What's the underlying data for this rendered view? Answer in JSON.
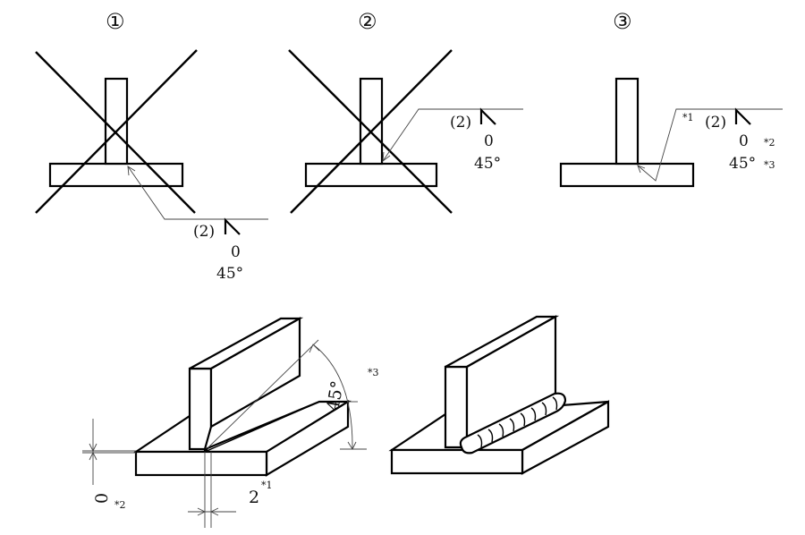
{
  "panels": [
    {
      "number": "①",
      "symbol": {
        "depth": "(2)",
        "gap": "0",
        "angle": "45°"
      }
    },
    {
      "number": "②",
      "symbol": {
        "depth": "(2)",
        "gap": "0",
        "angle": "45°"
      }
    },
    {
      "number": "③",
      "symbol": {
        "depth": "(2)",
        "gap": "0",
        "angle": "45°",
        "note1": "*1",
        "note2": "*2",
        "note3": "*3"
      }
    }
  ],
  "iso": {
    "angle_label": "45°",
    "angle_note": "*3",
    "gap_label": "0",
    "gap_note": "*2",
    "depth_label": "2",
    "depth_note": "*1"
  }
}
